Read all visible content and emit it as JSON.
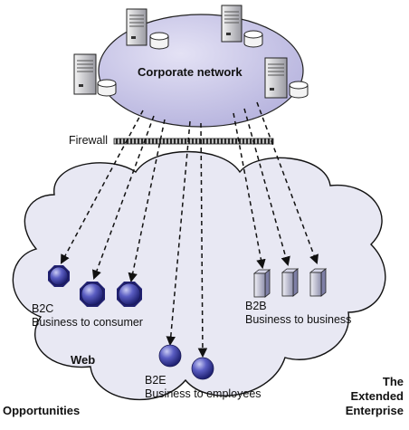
{
  "corporate": {
    "label": "Corporate network"
  },
  "firewall": {
    "label": "Firewall"
  },
  "web": {
    "label": "Web"
  },
  "b2c": {
    "code": "B2C",
    "description": "Business to consumer"
  },
  "b2b": {
    "code": "B2B",
    "description": "Business to business"
  },
  "b2e": {
    "code": "B2E",
    "description": "Business to employees"
  },
  "corner_left": {
    "label": "Opportunities"
  },
  "corner_right": {
    "line1": "The",
    "line2": "Extended",
    "line3": "Enterprise"
  },
  "icons": {
    "server": "server-tower-icon",
    "disk": "database-disk-icon",
    "consumer": "octagon-node-icon",
    "business": "building-block-icon",
    "employee": "sphere-node-icon"
  },
  "colors": {
    "corporate_fill": "#c9c7e6",
    "cloud_fill": "#e8e8f3",
    "node_blue": "#3d3f9a",
    "arrow": "#111111"
  }
}
